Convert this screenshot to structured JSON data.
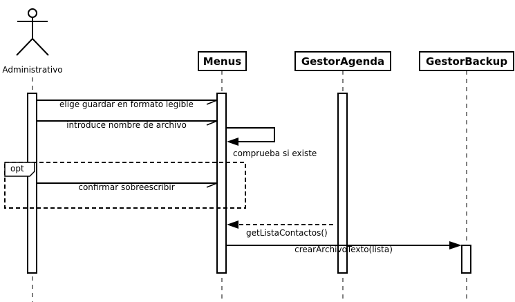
{
  "actor": {
    "name": "Administrativo"
  },
  "lifelines": [
    {
      "id": "menus",
      "name": "Menus"
    },
    {
      "id": "agenda",
      "name": "GestorAgenda"
    },
    {
      "id": "backup",
      "name": "GestorBackup"
    }
  ],
  "messages": [
    {
      "id": "m1",
      "label": "elige guardar en formato legible",
      "kind": "async"
    },
    {
      "id": "m2",
      "label": "introduce nombre de archivo",
      "kind": "async"
    },
    {
      "id": "m3",
      "label": "comprueba si existe",
      "kind": "self"
    },
    {
      "id": "m4",
      "label": "confirmar sobreescribir",
      "kind": "async"
    },
    {
      "id": "m5",
      "label": "getListaContactos()",
      "kind": "return"
    },
    {
      "id": "m6",
      "label": "crearArchivoTexto(lista)",
      "kind": "sync"
    }
  ],
  "fragment": {
    "operator": "opt"
  }
}
